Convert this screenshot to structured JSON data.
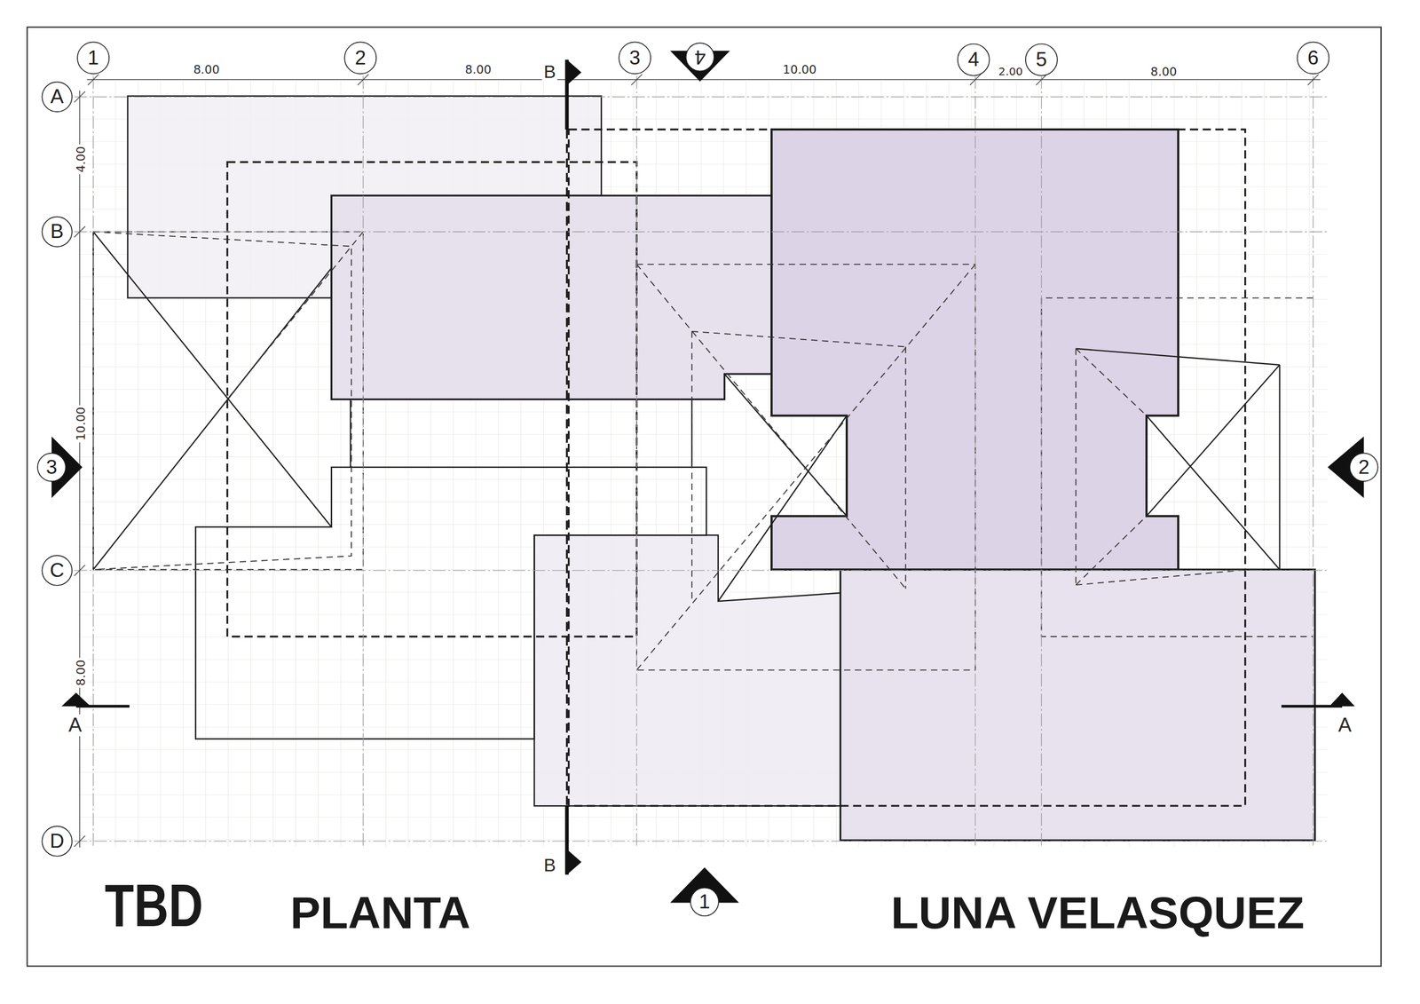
{
  "diagram": {
    "nodes": [
      {
        "text": [
          "1"
        ]
      },
      {
        "text": [
          "2"
        ]
      },
      {
        "text": [
          "3"
        ]
      },
      {
        "text": [
          "4"
        ]
      },
      {
        "text": [
          "5"
        ]
      },
      {
        "text": [
          "6"
        ]
      },
      {
        "text": [
          "A"
        ]
      },
      {
        "text": [
          "B"
        ]
      },
      {
        "text": [
          "C"
        ]
      },
      {
        "text": [
          "D"
        ]
      },
      {
        "text": [
          "4"
        ]
      },
      {
        "text": [
          "1"
        ]
      },
      {
        "text": [
          "3"
        ]
      },
      {
        "text": [
          "2"
        ]
      }
    ],
    "labels": [
      "8.00",
      "8.00",
      "10.00",
      "2.00",
      "8.00",
      "4.00",
      "10.00",
      "8.00",
      "B",
      "B",
      "A",
      "A",
      "TBD",
      "PLANTA",
      "LUNA VELASQUEZ"
    ]
  }
}
